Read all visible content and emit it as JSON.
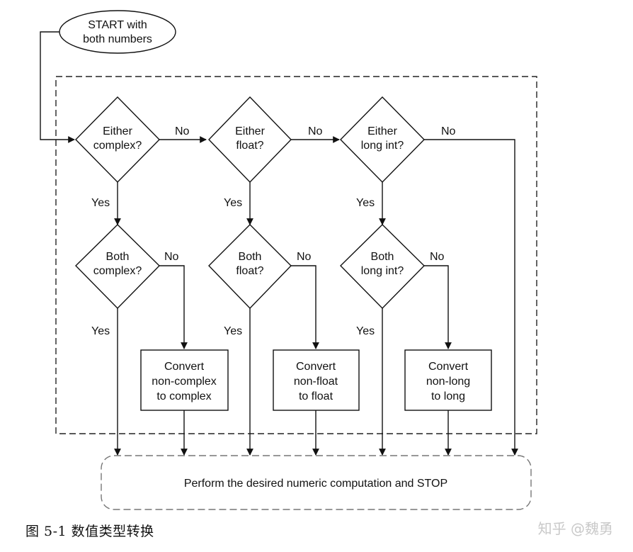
{
  "diagram": {
    "start": {
      "line1": "START with",
      "line2": "both numbers"
    },
    "either_complex": {
      "line1": "Either",
      "line2": "complex?"
    },
    "either_float": {
      "line1": "Either",
      "line2": "float?"
    },
    "either_long": {
      "line1": "Either",
      "line2": "long int?"
    },
    "both_complex": {
      "line1": "Both",
      "line2": "complex?"
    },
    "both_float": {
      "line1": "Both",
      "line2": "float?"
    },
    "both_long": {
      "line1": "Both",
      "line2": "long int?"
    },
    "convert_complex": {
      "line1": "Convert",
      "line2": "non-complex",
      "line3": "to complex"
    },
    "convert_float": {
      "line1": "Convert",
      "line2": "non-float",
      "line3": "to float"
    },
    "convert_long": {
      "line1": "Convert",
      "line2": "non-long",
      "line3": "to long"
    },
    "perform": "Perform the desired numeric computation and STOP",
    "labels": {
      "yes": "Yes",
      "no": "No"
    }
  },
  "caption": "图 5-1 数值类型转换",
  "watermark": "知乎 @魏勇"
}
